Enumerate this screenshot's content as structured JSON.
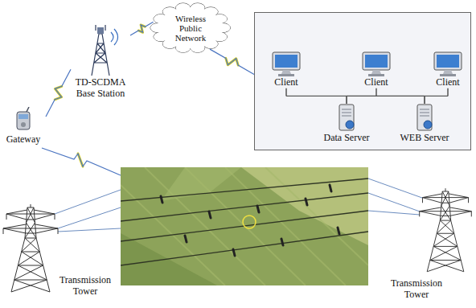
{
  "diagram": {
    "nodes": [
      {
        "text": [
          "Wireless Public Network"
        ]
      },
      {
        "text": [
          "TD-SCDMA Base Station"
        ]
      },
      {
        "text": [
          "Gateway"
        ]
      },
      {
        "text": []
      },
      {
        "text": [
          "Client"
        ],
        "in": 3
      },
      {
        "text": [
          "Client"
        ],
        "in": 3
      },
      {
        "text": [
          "Client"
        ],
        "in": 3
      },
      {
        "text": [
          "Data Server"
        ],
        "in": 3
      },
      {
        "text": [
          "WEB Server"
        ],
        "in": 3
      }
    ],
    "edges": [
      {
        "from": 2,
        "to": 1,
        "arrow": "none"
      },
      {
        "from": 1,
        "to": 0,
        "arrow": "none"
      },
      {
        "from": 0,
        "to": 3,
        "arrow": "none"
      },
      {
        "from": 4,
        "to": 7,
        "arrow": "none"
      },
      {
        "from": 4,
        "to": 8,
        "arrow": "none"
      },
      {
        "from": 5,
        "to": 7,
        "arrow": "none"
      },
      {
        "from": 5,
        "to": 8,
        "arrow": "none"
      },
      {
        "from": 6,
        "to": 7,
        "arrow": "none"
      },
      {
        "from": 6,
        "to": 8,
        "arrow": "none"
      }
    ],
    "labels": [
      "Transmission Tower",
      "Transmission Tower"
    ]
  }
}
